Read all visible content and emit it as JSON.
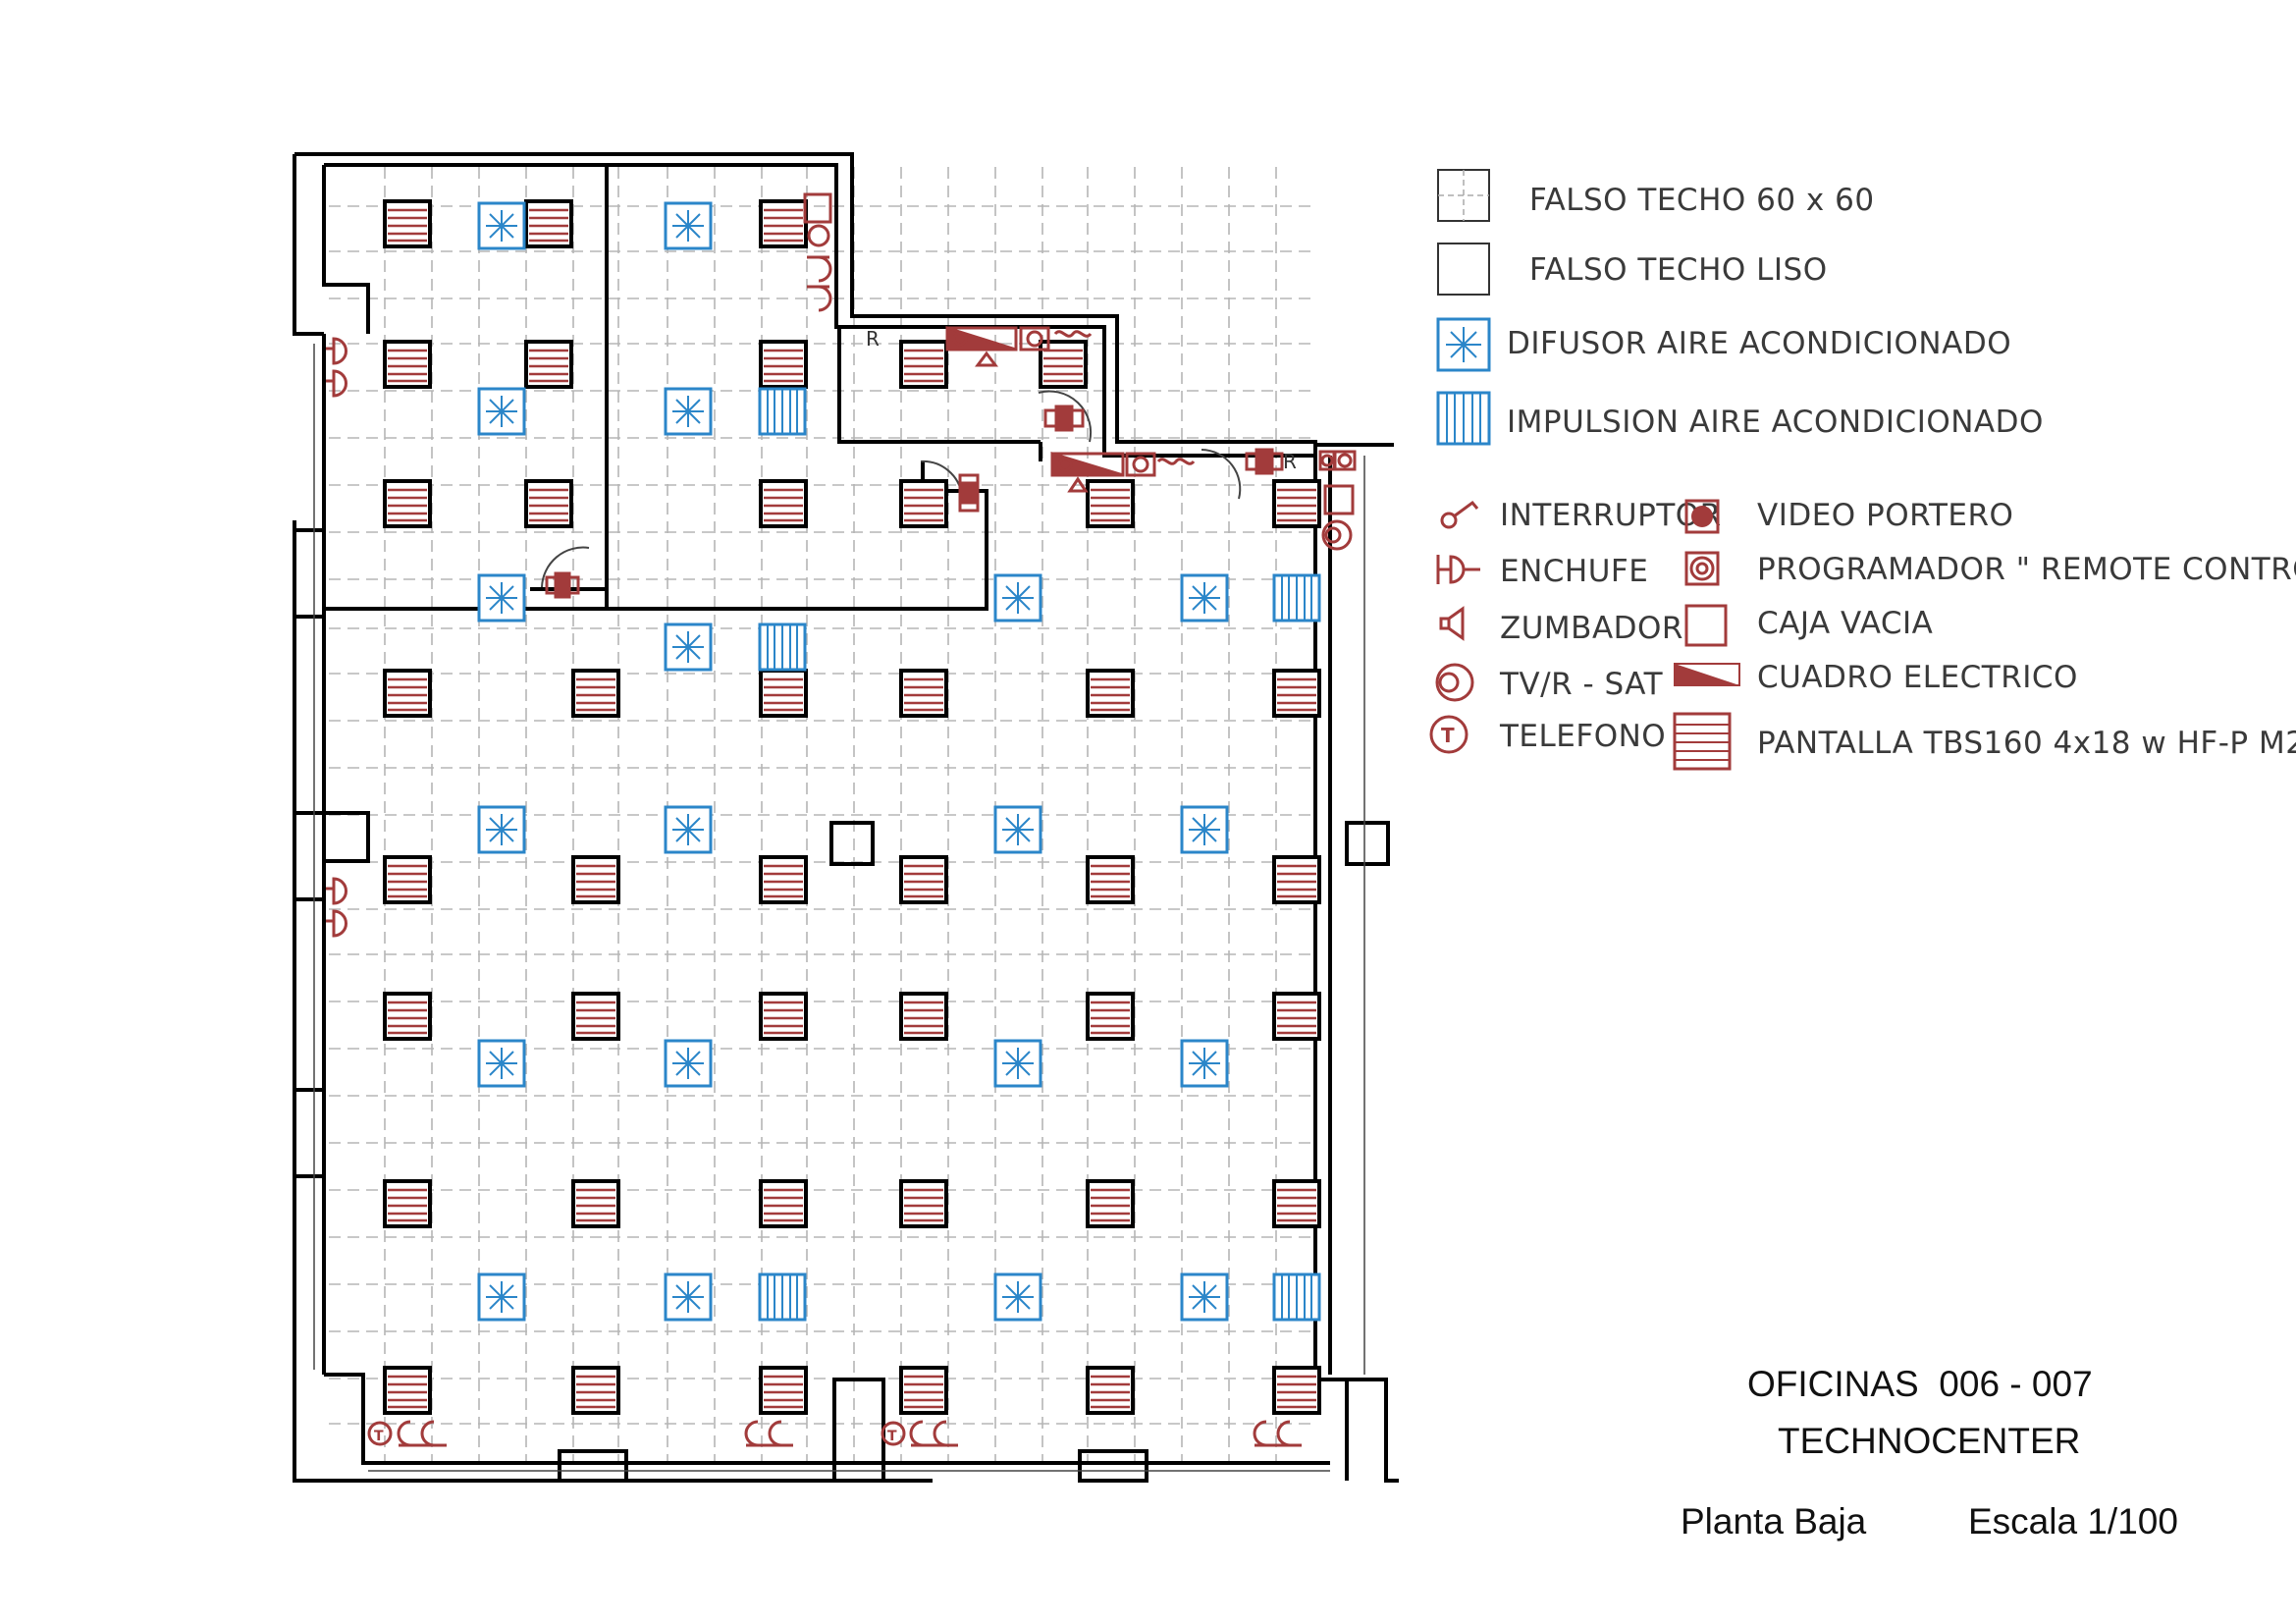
{
  "legend": {
    "falso_techo_60": "FALSO TECHO 60 x 60",
    "falso_techo_liso": "FALSO TECHO LISO",
    "difusor": "DIFUSOR AIRE ACONDICIONADO",
    "impulsion": "IMPULSION AIRE ACONDICIONADO",
    "interruptor": "INTERRUPTOR",
    "enchufe": "ENCHUFE",
    "zumbador": "ZUMBADOR",
    "tv": "TV/R - SAT",
    "telefono": "TELEFONO",
    "video_portero": "VIDEO PORTERO",
    "programador": "PROGRAMADOR \" REMOTE CONTROLER\"",
    "caja_vacia": "CAJA VACIA",
    "cuadro": "CUADRO ELECTRICO",
    "pantalla": "PANTALLA TBS160 4x18 w HF-P M2"
  },
  "title": {
    "line1": "OFICINAS  006 - 007",
    "line2": "TECHNOCENTER",
    "planta": "Planta Baja",
    "escala": "Escala 1/100"
  },
  "plan_labels": {
    "r": "R",
    "telefono_mark": "T"
  },
  "colors": {
    "wall": "#000000",
    "grid": "#b5b5b5",
    "electrical": "#a23b3b",
    "hvac": "#2b86c9"
  }
}
